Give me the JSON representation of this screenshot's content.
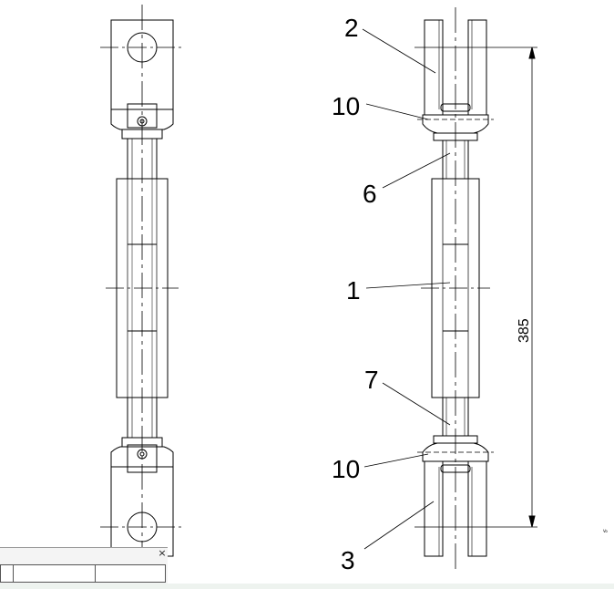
{
  "drawing": {
    "labels": {
      "part_2": "2",
      "part_10_upper": "10",
      "part_6": "6",
      "part_1": "1",
      "part_7": "7",
      "part_10_lower": "10",
      "part_3": "3"
    },
    "dimension": "385",
    "edge_text": "Vo"
  },
  "panel": {
    "close_glyph": "×",
    "cells": [
      "",
      "",
      ""
    ]
  },
  "colors": {
    "line": "#000000",
    "background": "#ffffff"
  }
}
